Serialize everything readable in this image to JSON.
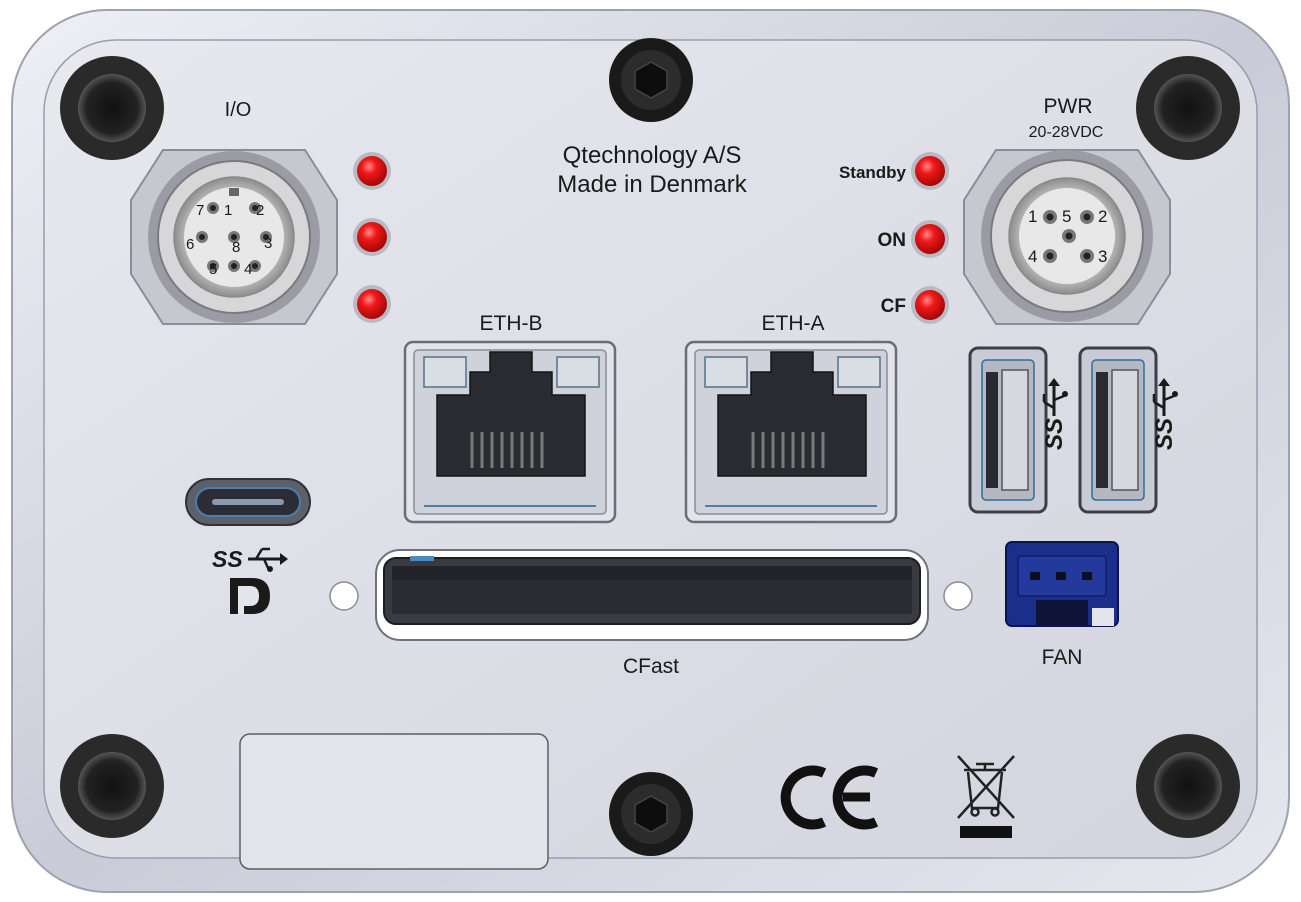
{
  "panel": {
    "maker_line1": "Qtechnology A/S",
    "maker_line2": "Made in Denmark"
  },
  "io_connector": {
    "label": "I/O",
    "pins": [
      "1",
      "2",
      "3",
      "4",
      "5",
      "6",
      "7",
      "8"
    ]
  },
  "pwr_connector": {
    "label": "PWR",
    "voltage": "20-28VDC",
    "pins": [
      "1",
      "2",
      "3",
      "4",
      "5"
    ]
  },
  "leds": {
    "status_labels": [
      "Standby",
      "ON",
      "CF"
    ],
    "color": "#e01010"
  },
  "ports": {
    "eth_b": "ETH-B",
    "eth_a": "ETH-A",
    "usb_c_ss": "SS",
    "usb_a_ss": "SS",
    "cfast": "CFast",
    "fan": "FAN"
  },
  "marks": {
    "ce": "CE"
  },
  "icons": [
    "screw-hole-icon",
    "hex-screw-icon",
    "usb-trident-icon",
    "displayport-icon",
    "ce-mark-icon",
    "weee-bin-icon"
  ],
  "colors": {
    "panel": "#dfe0e8",
    "frame": "#c4c6d2",
    "led": "#e01010",
    "fan_connector": "#1a2f8a"
  }
}
